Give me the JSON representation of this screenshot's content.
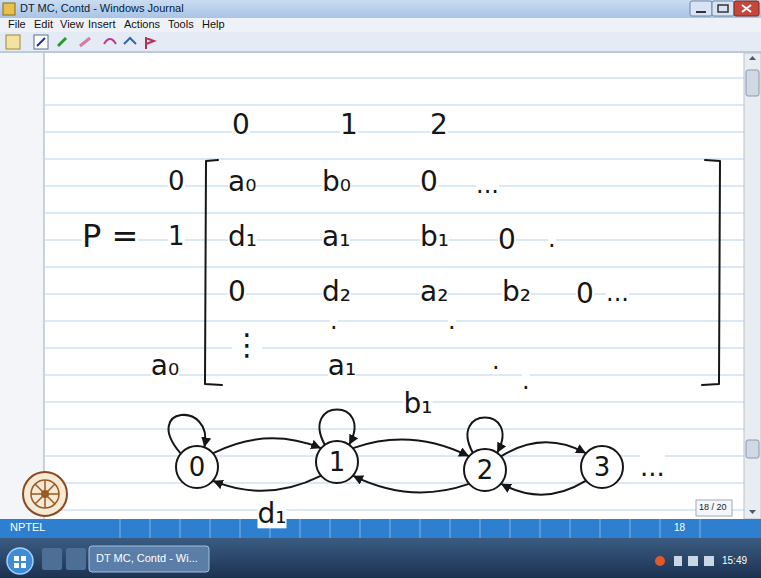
{
  "diagram": {
    "nodes": [
      {
        "text": [
          "0"
        ]
      },
      {
        "text": [
          "1"
        ]
      },
      {
        "text": [
          "2"
        ]
      },
      {
        "text": [
          "3"
        ]
      }
    ],
    "edges": [
      {
        "from": 0,
        "to": 0,
        "label": "a₀",
        "arrow": "to"
      },
      {
        "from": 0,
        "to": 1,
        "arrow": "to"
      },
      {
        "from": 1,
        "to": 0,
        "label": "d₁",
        "arrow": "to"
      },
      {
        "from": 1,
        "to": 1,
        "label": "a₁",
        "arrow": "to"
      },
      {
        "from": 1,
        "to": 2,
        "label": "b₁",
        "arrow": "to"
      },
      {
        "from": 2,
        "to": 1,
        "arrow": "to"
      },
      {
        "from": 2,
        "to": 2,
        "arrow": "to"
      },
      {
        "from": 2,
        "to": 3,
        "arrow": "to"
      },
      {
        "from": 3,
        "to": 2,
        "arrow": "to"
      }
    ],
    "labels": [
      "DT MC, Contd - Windows Journal",
      "File",
      "Edit",
      "View",
      "Insert",
      "Actions",
      "Tools",
      "Help",
      "0",
      "1",
      "2",
      "0",
      "P =",
      "1",
      "a₀",
      "b₀",
      "0",
      "...",
      "d₁",
      "a₁",
      "b₁",
      "0",
      ".",
      "0",
      "d₂",
      "a₂",
      "b₂",
      "0",
      "...",
      "⋮",
      ".",
      ".",
      ".",
      ".",
      "...",
      "NPTEL",
      "18 / 20",
      "18",
      "DT MC, Contd - Wi...",
      "15:49"
    ]
  }
}
